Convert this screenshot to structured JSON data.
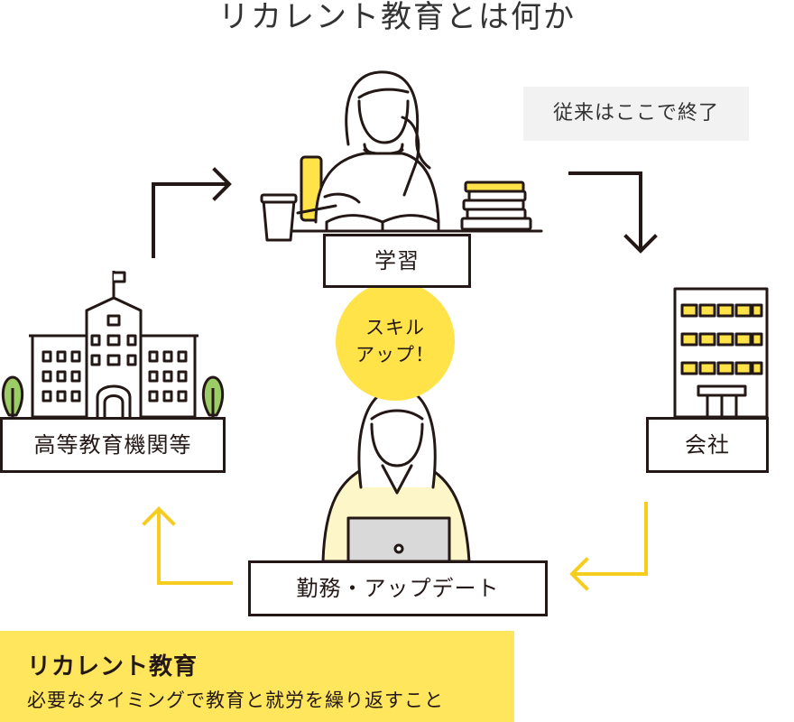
{
  "title": "リカレント教育とは何か",
  "note": "従来はここで終了",
  "nodes": {
    "study": "学習",
    "school": "高等教育機関等",
    "company": "会社",
    "work": "勤務・アップデート"
  },
  "bubble": {
    "line1": "スキル",
    "line2": "アップ！"
  },
  "summary": {
    "title": "リカレント教育",
    "text": "必要なタイミングで教育と就労を繰り返すこと"
  },
  "colors": {
    "accent_yellow": "#ffe349",
    "arrow_dark": "#231815",
    "arrow_yellow": "#f5cd1e",
    "note_bg": "#f2f2f2"
  }
}
